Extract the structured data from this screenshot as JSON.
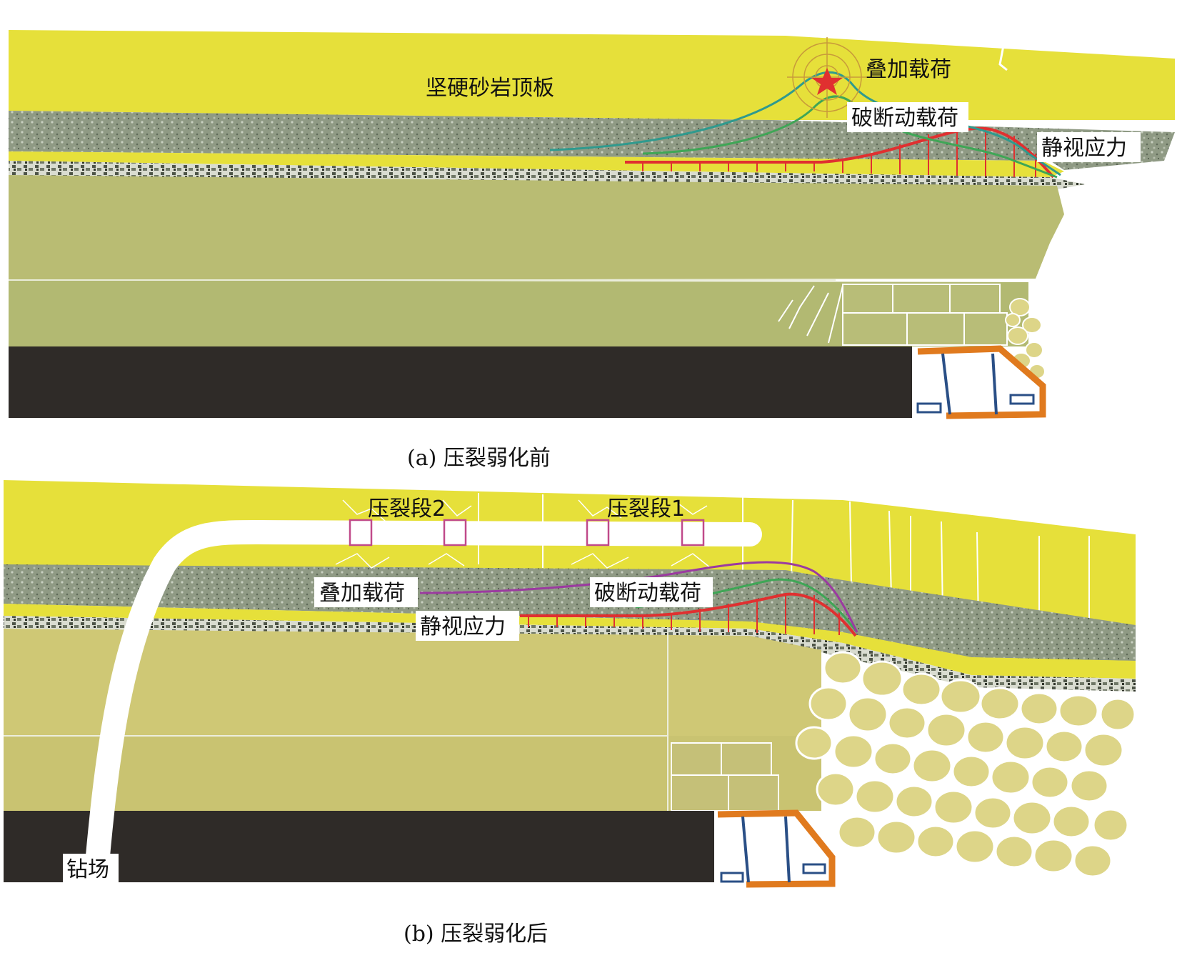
{
  "colors": {
    "sandstone": "#e6e03a",
    "gravel": "#8f9a84",
    "coal_seam_layer": "#b9bc73",
    "coal_block_b": "#cfc875",
    "coal_dark": "#2f2b28",
    "support_orange": "#e07a1e",
    "support_blue": "#2a4f86",
    "rubble": "#ddd588",
    "curve_static": "#e03030",
    "curve_dynamic": "#3fa656",
    "curve_superposed": "#2f9a8e",
    "curve_purple": "#9b3aa0",
    "segment_box": "#c04a8a"
  },
  "panel_a": {
    "roof_label": "坚硬砂岩顶板",
    "superposed_load_label": "叠加载荷",
    "dynamic_load_label": "破断动载荷",
    "static_stress_label": "静视应力",
    "caption": "(a) 压裂弱化前",
    "icons": [
      "star-icon",
      "target-icon",
      "hydraulic-support-icon"
    ]
  },
  "panel_b": {
    "segment2_label": "压裂段2",
    "segment1_label": "压裂段1",
    "superposed_load_label": "叠加载荷",
    "dynamic_load_label": "破断动载荷",
    "static_stress_label": "静视应力",
    "drill_site_label": "钻场",
    "caption": "(b) 压裂弱化后",
    "icons": [
      "hydraulic-support-icon"
    ]
  }
}
